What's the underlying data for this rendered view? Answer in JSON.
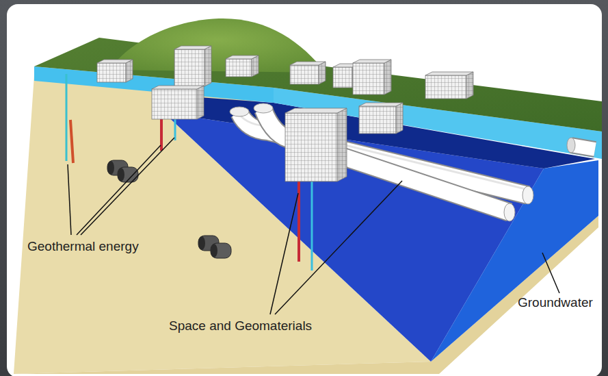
{
  "diagram": {
    "labels": [
      "Geothermal energy",
      "Space and Geomaterials",
      "Groundwater"
    ]
  }
}
